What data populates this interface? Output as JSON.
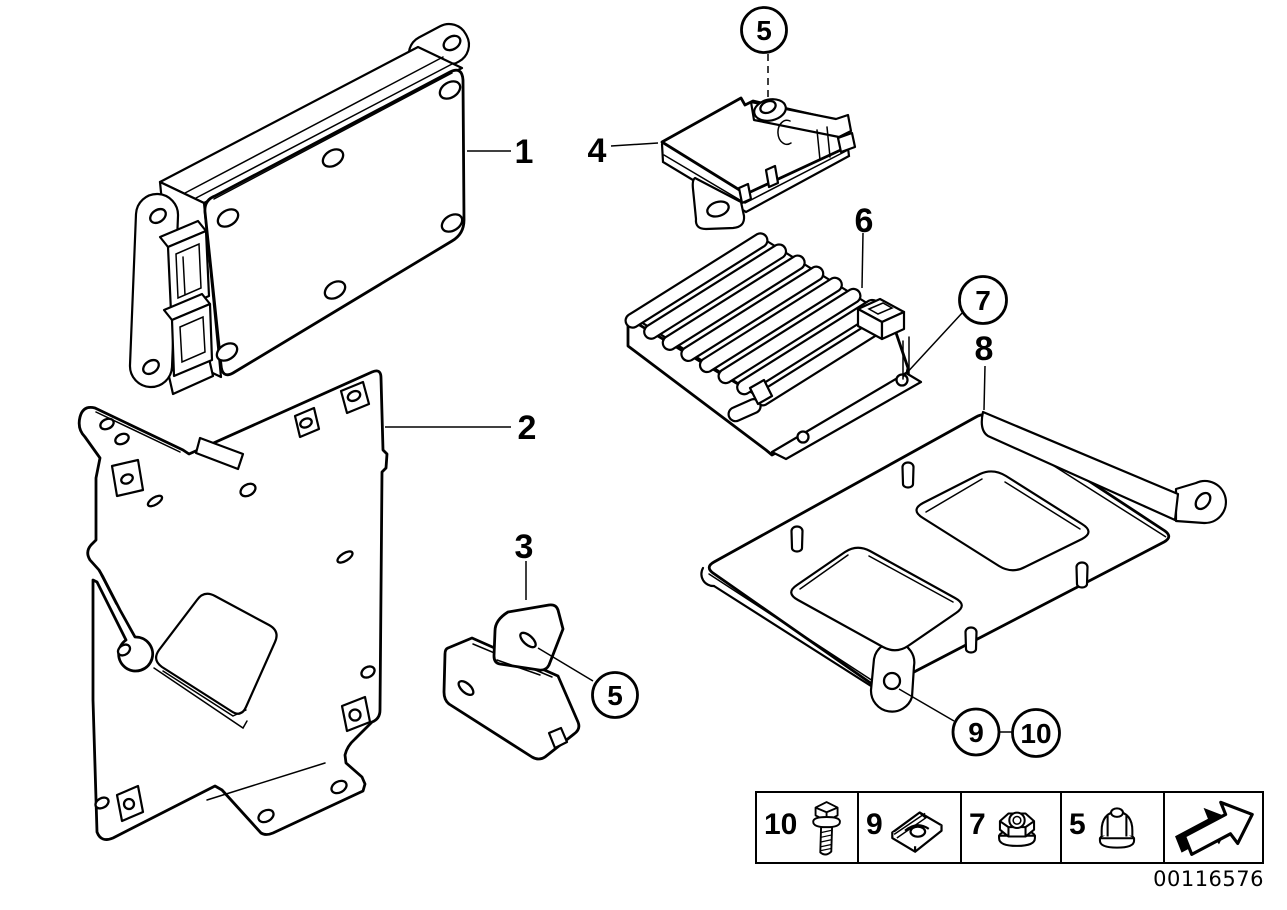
{
  "diagram": {
    "drawing_number": "00116576",
    "callouts": {
      "c1": "1",
      "c2": "2",
      "c3": "3",
      "c4": "4",
      "c5": "5",
      "c6": "6",
      "c7": "7",
      "c8": "8",
      "c9": "9",
      "c10": "10"
    },
    "legend": {
      "items": [
        {
          "ref": "10",
          "icon": "hex-bolt-icon"
        },
        {
          "ref": "9",
          "icon": "speed-nut-icon"
        },
        {
          "ref": "7",
          "icon": "flange-nut-icon"
        },
        {
          "ref": "5",
          "icon": "cap-nut-icon"
        }
      ],
      "nav_icon": "page-arrow-icon"
    },
    "colors": {
      "line": "#000000",
      "background": "#ffffff"
    }
  }
}
